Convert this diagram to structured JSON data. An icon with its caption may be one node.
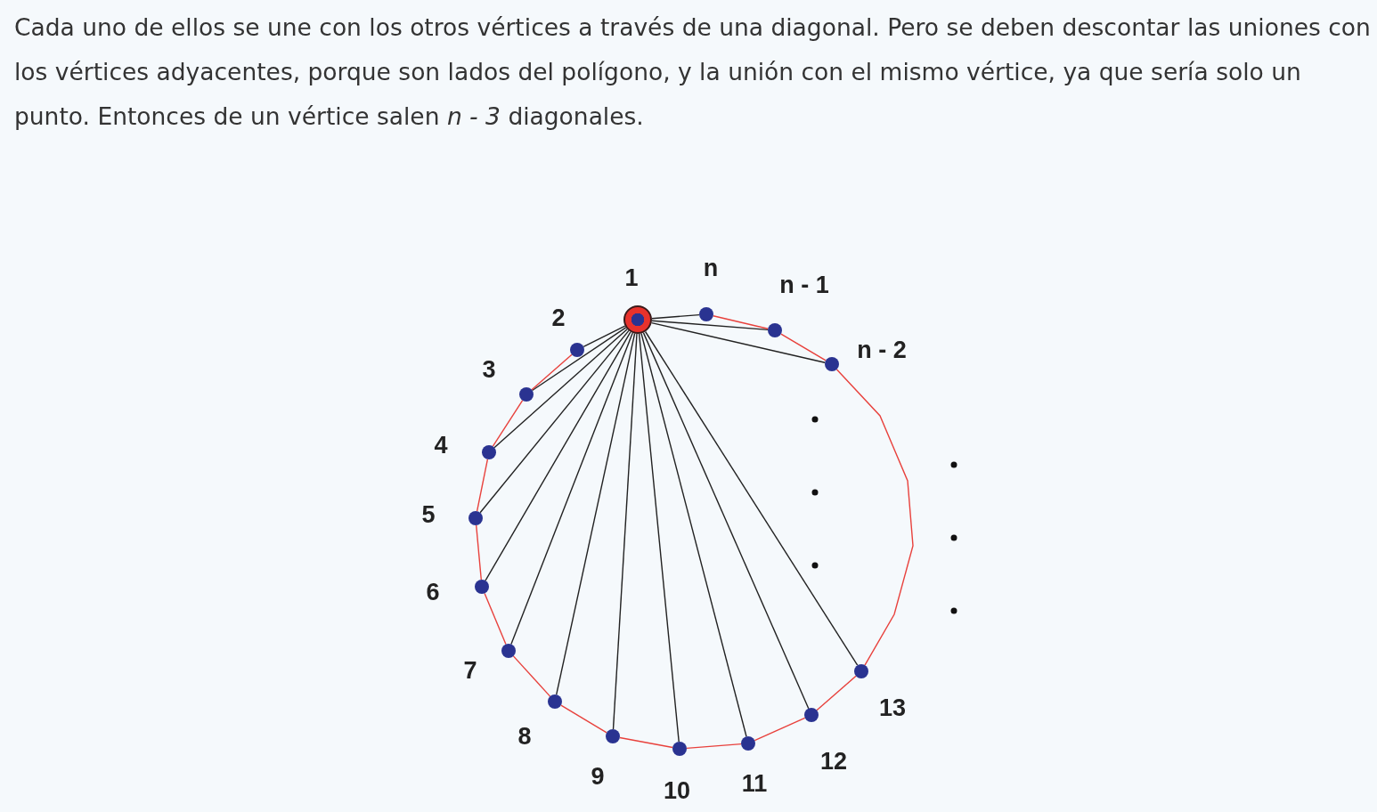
{
  "diagram": {
    "title": "Cada uno de ellos se une con los otros vértices a través de una diagonal. Pero se deben descontar las uniones con los vértices adyacentes, porque son lados del polígono, y la unión con el mismo vértice, ya que sería solo un punto. Entonces de un vértice salen *n - 3* diagonales.",
    "nodes": [
      {
        "text": [],
        "shape": "circle",
        "beside": [
          "1"
        ]
      },
      {
        "text": [],
        "shape": "circle",
        "beside": [
          "n"
        ]
      },
      {
        "text": [],
        "shape": "circle",
        "beside": [
          "n - 1"
        ]
      },
      {
        "text": [],
        "shape": "circle",
        "beside": [
          "n - 2"
        ]
      },
      {
        "text": [],
        "shape": "circle",
        "beside": [
          "2"
        ]
      },
      {
        "text": [],
        "shape": "circle",
        "beside": [
          "3"
        ]
      },
      {
        "text": [],
        "shape": "circle",
        "beside": [
          "4"
        ]
      },
      {
        "text": [],
        "shape": "circle",
        "beside": [
          "5"
        ]
      },
      {
        "text": [],
        "shape": "circle",
        "beside": [
          "6"
        ]
      },
      {
        "text": [],
        "shape": "circle",
        "beside": [
          "7"
        ]
      },
      {
        "text": [],
        "shape": "circle",
        "beside": [
          "8"
        ]
      },
      {
        "text": [],
        "shape": "circle",
        "beside": [
          "9"
        ]
      },
      {
        "text": [],
        "shape": "circle",
        "beside": [
          "10"
        ]
      },
      {
        "text": [],
        "shape": "circle",
        "beside": [
          "11"
        ]
      },
      {
        "text": [],
        "shape": "circle",
        "beside": [
          "12"
        ]
      },
      {
        "text": [],
        "shape": "circle",
        "beside": [
          "13"
        ]
      }
    ],
    "edges": [
      {
        "from": 0,
        "to": 1,
        "arrow": "none"
      },
      {
        "from": 0,
        "to": 2,
        "arrow": "none"
      },
      {
        "from": 0,
        "to": 3,
        "arrow": "none"
      },
      {
        "from": 0,
        "to": 4,
        "arrow": "none"
      },
      {
        "from": 0,
        "to": 5,
        "arrow": "none"
      },
      {
        "from": 0,
        "to": 6,
        "arrow": "none"
      },
      {
        "from": 0,
        "to": 7,
        "arrow": "none"
      },
      {
        "from": 0,
        "to": 8,
        "arrow": "none"
      },
      {
        "from": 0,
        "to": 9,
        "arrow": "none"
      },
      {
        "from": 0,
        "to": 10,
        "arrow": "none"
      },
      {
        "from": 0,
        "to": 11,
        "arrow": "none"
      },
      {
        "from": 0,
        "to": 12,
        "arrow": "none"
      },
      {
        "from": 0,
        "to": 13,
        "arrow": "none"
      },
      {
        "from": 0,
        "to": 14,
        "arrow": "none"
      },
      {
        "from": 0,
        "to": 15,
        "arrow": "none"
      },
      {
        "from": 1,
        "to": 2,
        "arrow": "none",
        "color": "#e8413c"
      },
      {
        "from": 2,
        "to": 3,
        "arrow": "none",
        "color": "#e8413c"
      },
      {
        "from": 15,
        "to": 3,
        "arrow": "none",
        "color": "#e8413c"
      },
      {
        "from": 4,
        "to": 5,
        "arrow": "none",
        "color": "#e8413c"
      },
      {
        "from": 5,
        "to": 6,
        "arrow": "none",
        "color": "#e8413c"
      },
      {
        "from": 6,
        "to": 7,
        "arrow": "none",
        "color": "#e8413c"
      },
      {
        "from": 7,
        "to": 8,
        "arrow": "none",
        "color": "#e8413c"
      },
      {
        "from": 8,
        "to": 9,
        "arrow": "none",
        "color": "#e8413c"
      },
      {
        "from": 9,
        "to": 10,
        "arrow": "none",
        "color": "#e8413c"
      },
      {
        "from": 10,
        "to": 11,
        "arrow": "none",
        "color": "#e8413c"
      },
      {
        "from": 11,
        "to": 12,
        "arrow": "none",
        "color": "#e8413c"
      },
      {
        "from": 12,
        "to": 13,
        "arrow": "none",
        "color": "#e8413c"
      },
      {
        "from": 13,
        "to": 14,
        "arrow": "none",
        "color": "#e8413c"
      },
      {
        "from": 14,
        "to": 15,
        "arrow": "none",
        "color": "#e8413c"
      }
    ]
  }
}
